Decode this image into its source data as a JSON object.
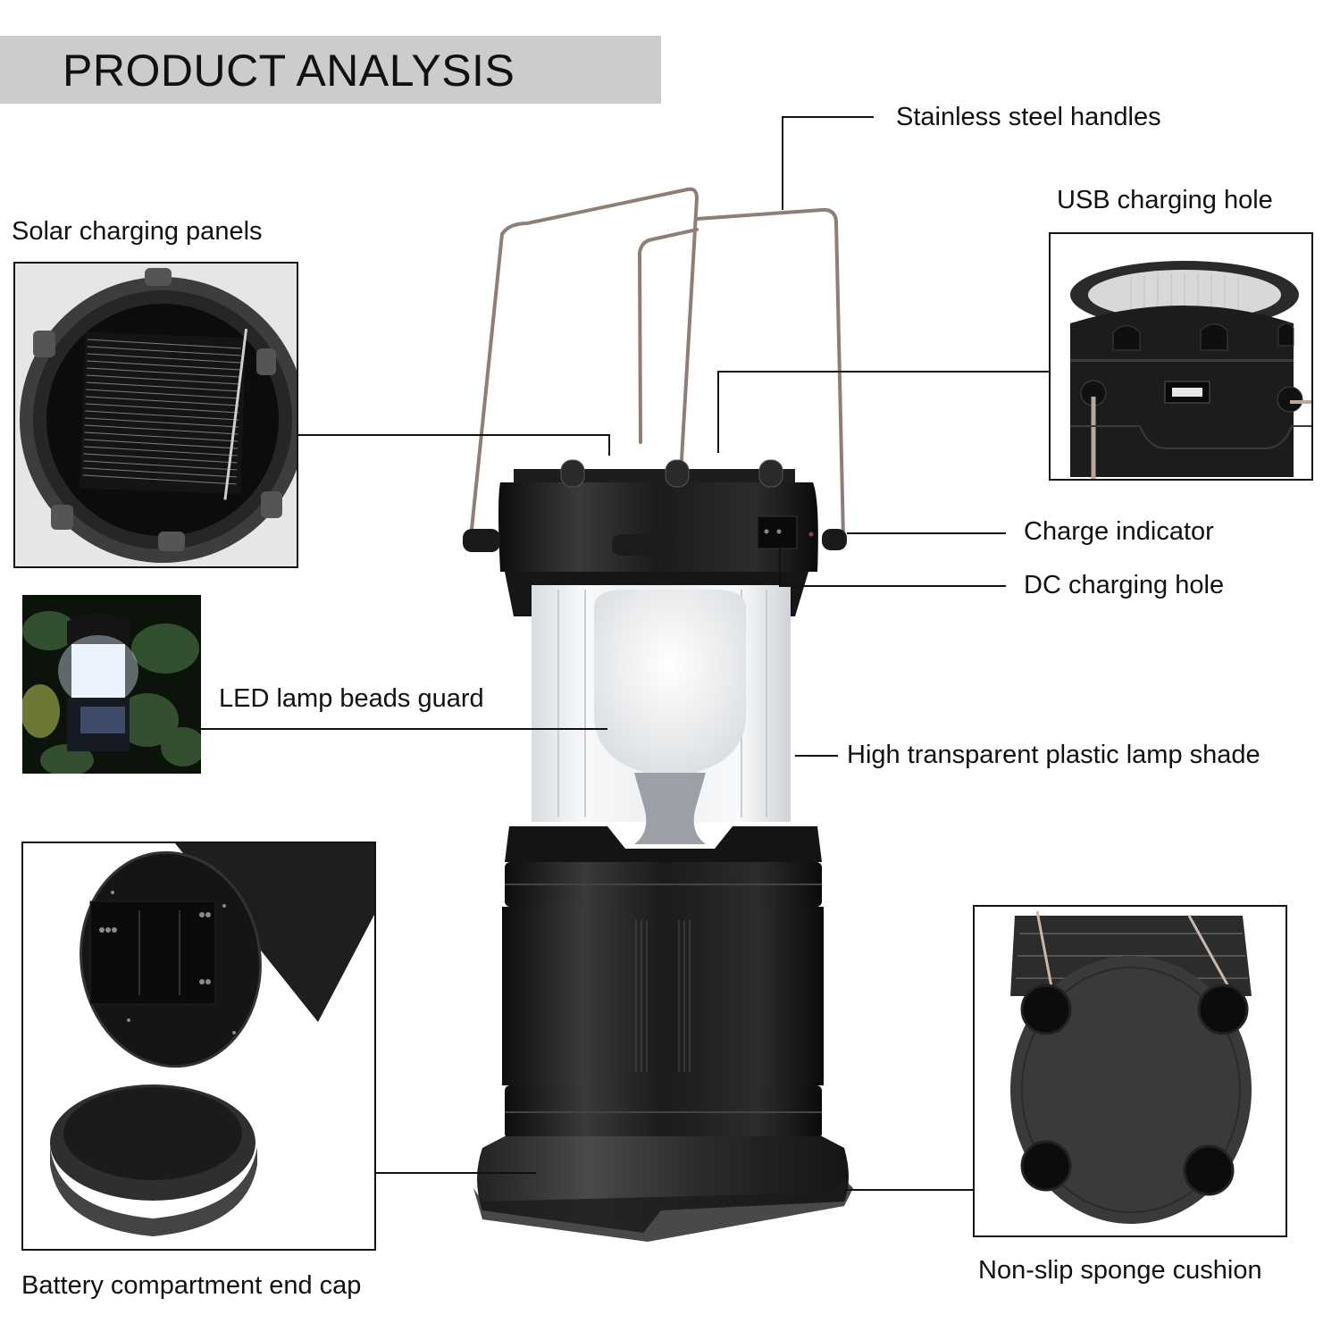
{
  "header": {
    "title": "PRODUCT ANALYSIS",
    "bar_color": "#cccccc"
  },
  "callouts": {
    "stainless_steel_handles": "Stainless steel handles",
    "usb_charging_hole": "USB charging hole",
    "solar_charging_panels": "Solar charging panels",
    "charge_indicator": "Charge indicator",
    "dc_charging_hole": "DC charging hole",
    "led_lamp_beads_guard": "LED lamp beads guard",
    "high_transparent_lamp_shade": "High transparent plastic lamp shade",
    "battery_compartment_end_cap": "Battery compartment end cap",
    "non_slip_sponge_cushion": "Non-slip sponge cushion"
  },
  "images": {
    "main_product": "collapsible-solar-camping-lantern",
    "inset_solar_panel": "solar-panel-top-view",
    "inset_usb_port": "usb-port-closeup",
    "inset_night_use": "lantern-lit-among-leaves",
    "inset_battery": "battery-compartment-and-cap",
    "inset_base": "base-with-sponge-feet"
  },
  "colors": {
    "lantern_body": "#1a1a1a",
    "metal_handle": "#8a7a72",
    "lamp_shade": "#e9ecef",
    "leader_line": "#111111"
  }
}
